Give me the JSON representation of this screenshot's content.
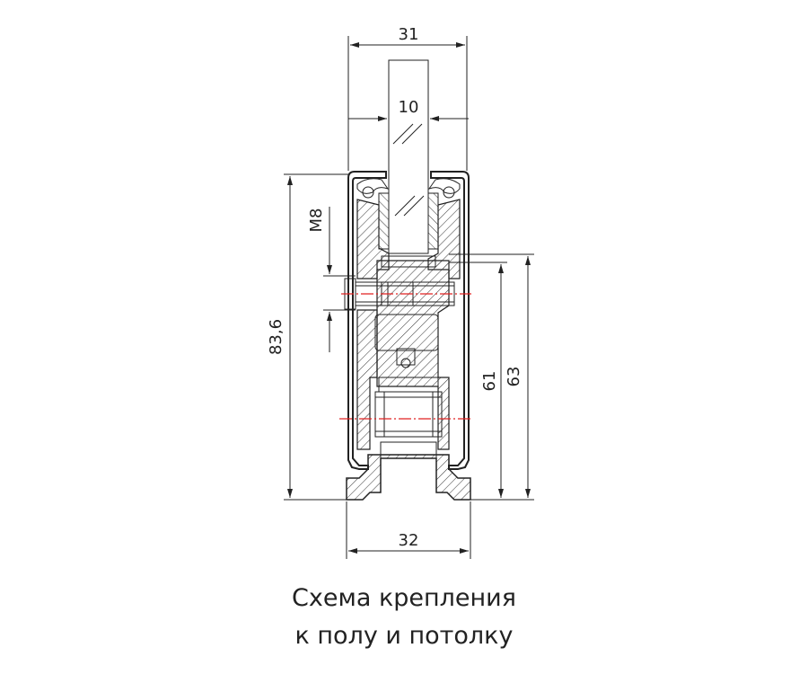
{
  "dimensions": {
    "top_width": "31",
    "glass_thickness": "10",
    "bolt": "M8",
    "total_height": "83,6",
    "height_61": "61",
    "height_63": "63",
    "bottom_width": "32"
  },
  "caption": {
    "line1": "Схема крепления",
    "line2": "к полу и потолку"
  },
  "colors": {
    "lines": "#222222",
    "centerline": "#e02020"
  }
}
